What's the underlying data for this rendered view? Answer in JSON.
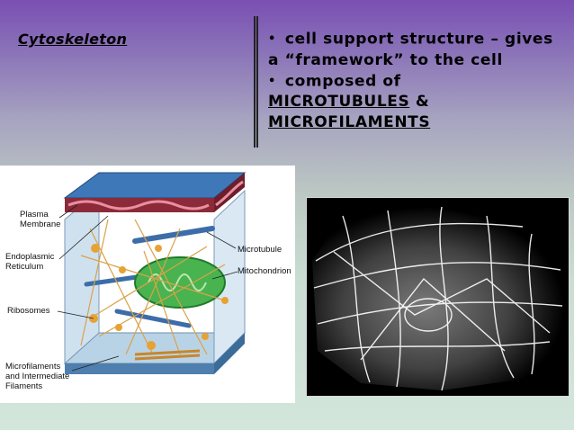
{
  "slide": {
    "title": "Cytoskeleton",
    "bullet1": "cell support structure – gives a “framework” to the cell",
    "bullet2_prefix": "composed of",
    "bullet2_term1": "MICROTUBULES",
    "bullet2_connector": "&",
    "bullet2_term2": "MICROFILAMENTS",
    "bullet_marker": "•"
  },
  "diagram": {
    "labels": {
      "plasma_membrane_1": "Plasma",
      "plasma_membrane_2": "Membrane",
      "er_1": "Endoplasmic",
      "er_2": "Reticulum",
      "ribosomes": "Ribosomes",
      "microfilaments_1": "Microfilaments",
      "microfilaments_2": "and Intermediate",
      "microfilaments_3": "Filaments",
      "microtubule": "Microtubule",
      "mitochondrion": "Mitochondrion"
    }
  }
}
